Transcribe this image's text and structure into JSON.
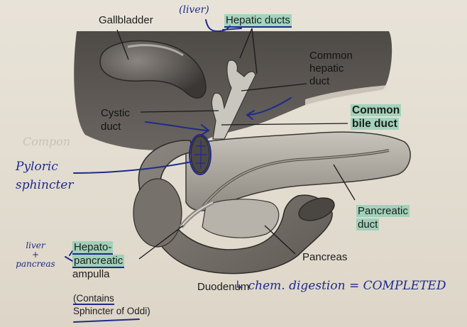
{
  "diagram": {
    "subject": "Gallbladder, bile ducts, pancreas and duodenum",
    "printed_labels": {
      "gallbladder": "Gallbladder",
      "hepatic_ducts": "Hepatic ducts",
      "common_hepatic_duct": [
        "Common",
        "hepatic",
        "duct"
      ],
      "cystic_duct": [
        "Cystic",
        "duct"
      ],
      "common_bile_duct": [
        "Common",
        "bile duct"
      ],
      "pancreatic_duct": [
        "Pancreatic",
        "duct"
      ],
      "pancreas": "Pancreas",
      "hepatopancreatic_ampulla": [
        "Hepato-",
        "pancreatic",
        "ampulla"
      ],
      "ampulla_note": [
        "(Contains",
        "Sphincter of Oddi)"
      ],
      "duodenum": "Duodenum"
    },
    "highlighted_labels": [
      "Hepatic ducts",
      "Common bile duct",
      "Pancreatic duct",
      "Hepato-pancreatic ampulla"
    ],
    "handwritten_notes": {
      "liver": "(liver)",
      "pyloric_sphincter": [
        "Pyloric",
        "sphincter"
      ],
      "liver_pancreas": [
        "liver",
        "+",
        "pancreas"
      ],
      "duodenum_note": "↳ chem. digestion = COMPLETED",
      "faded_ghost_text": "Compon"
    },
    "colors": {
      "highlight": "#6ec8aa",
      "ink": "#1e2a8c",
      "paper": "#e4ded2"
    }
  }
}
